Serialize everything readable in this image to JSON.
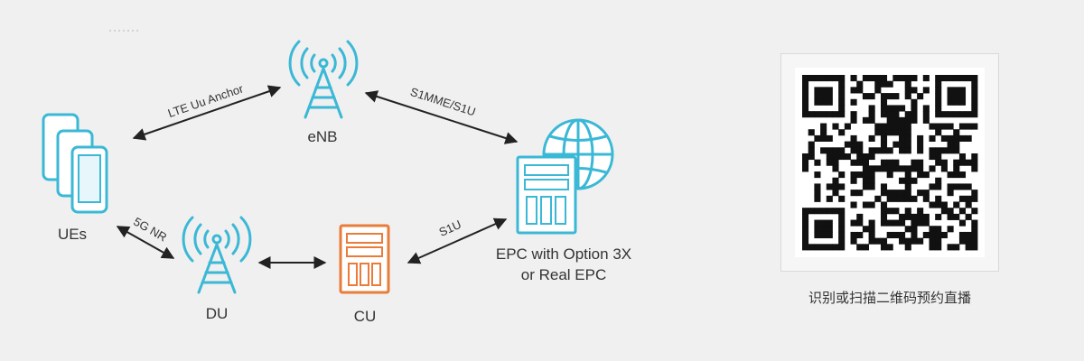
{
  "nodes": {
    "ues": "UEs",
    "enb": "eNB",
    "du": "DU",
    "cu": "CU",
    "epc_line1": "EPC with Option 3X",
    "epc_line2": "or Real EPC"
  },
  "links": {
    "lte_uu": "LTE Uu Anchor",
    "s1mme": "S1MME/S1U",
    "nr": "5G NR",
    "s1u": "S1U"
  },
  "colors": {
    "accent_blue": "#3ab8d6",
    "accent_orange": "#ea7c3a",
    "arrow": "#222222"
  },
  "qr": {
    "caption": "识别或扫描二维码预约直播"
  }
}
